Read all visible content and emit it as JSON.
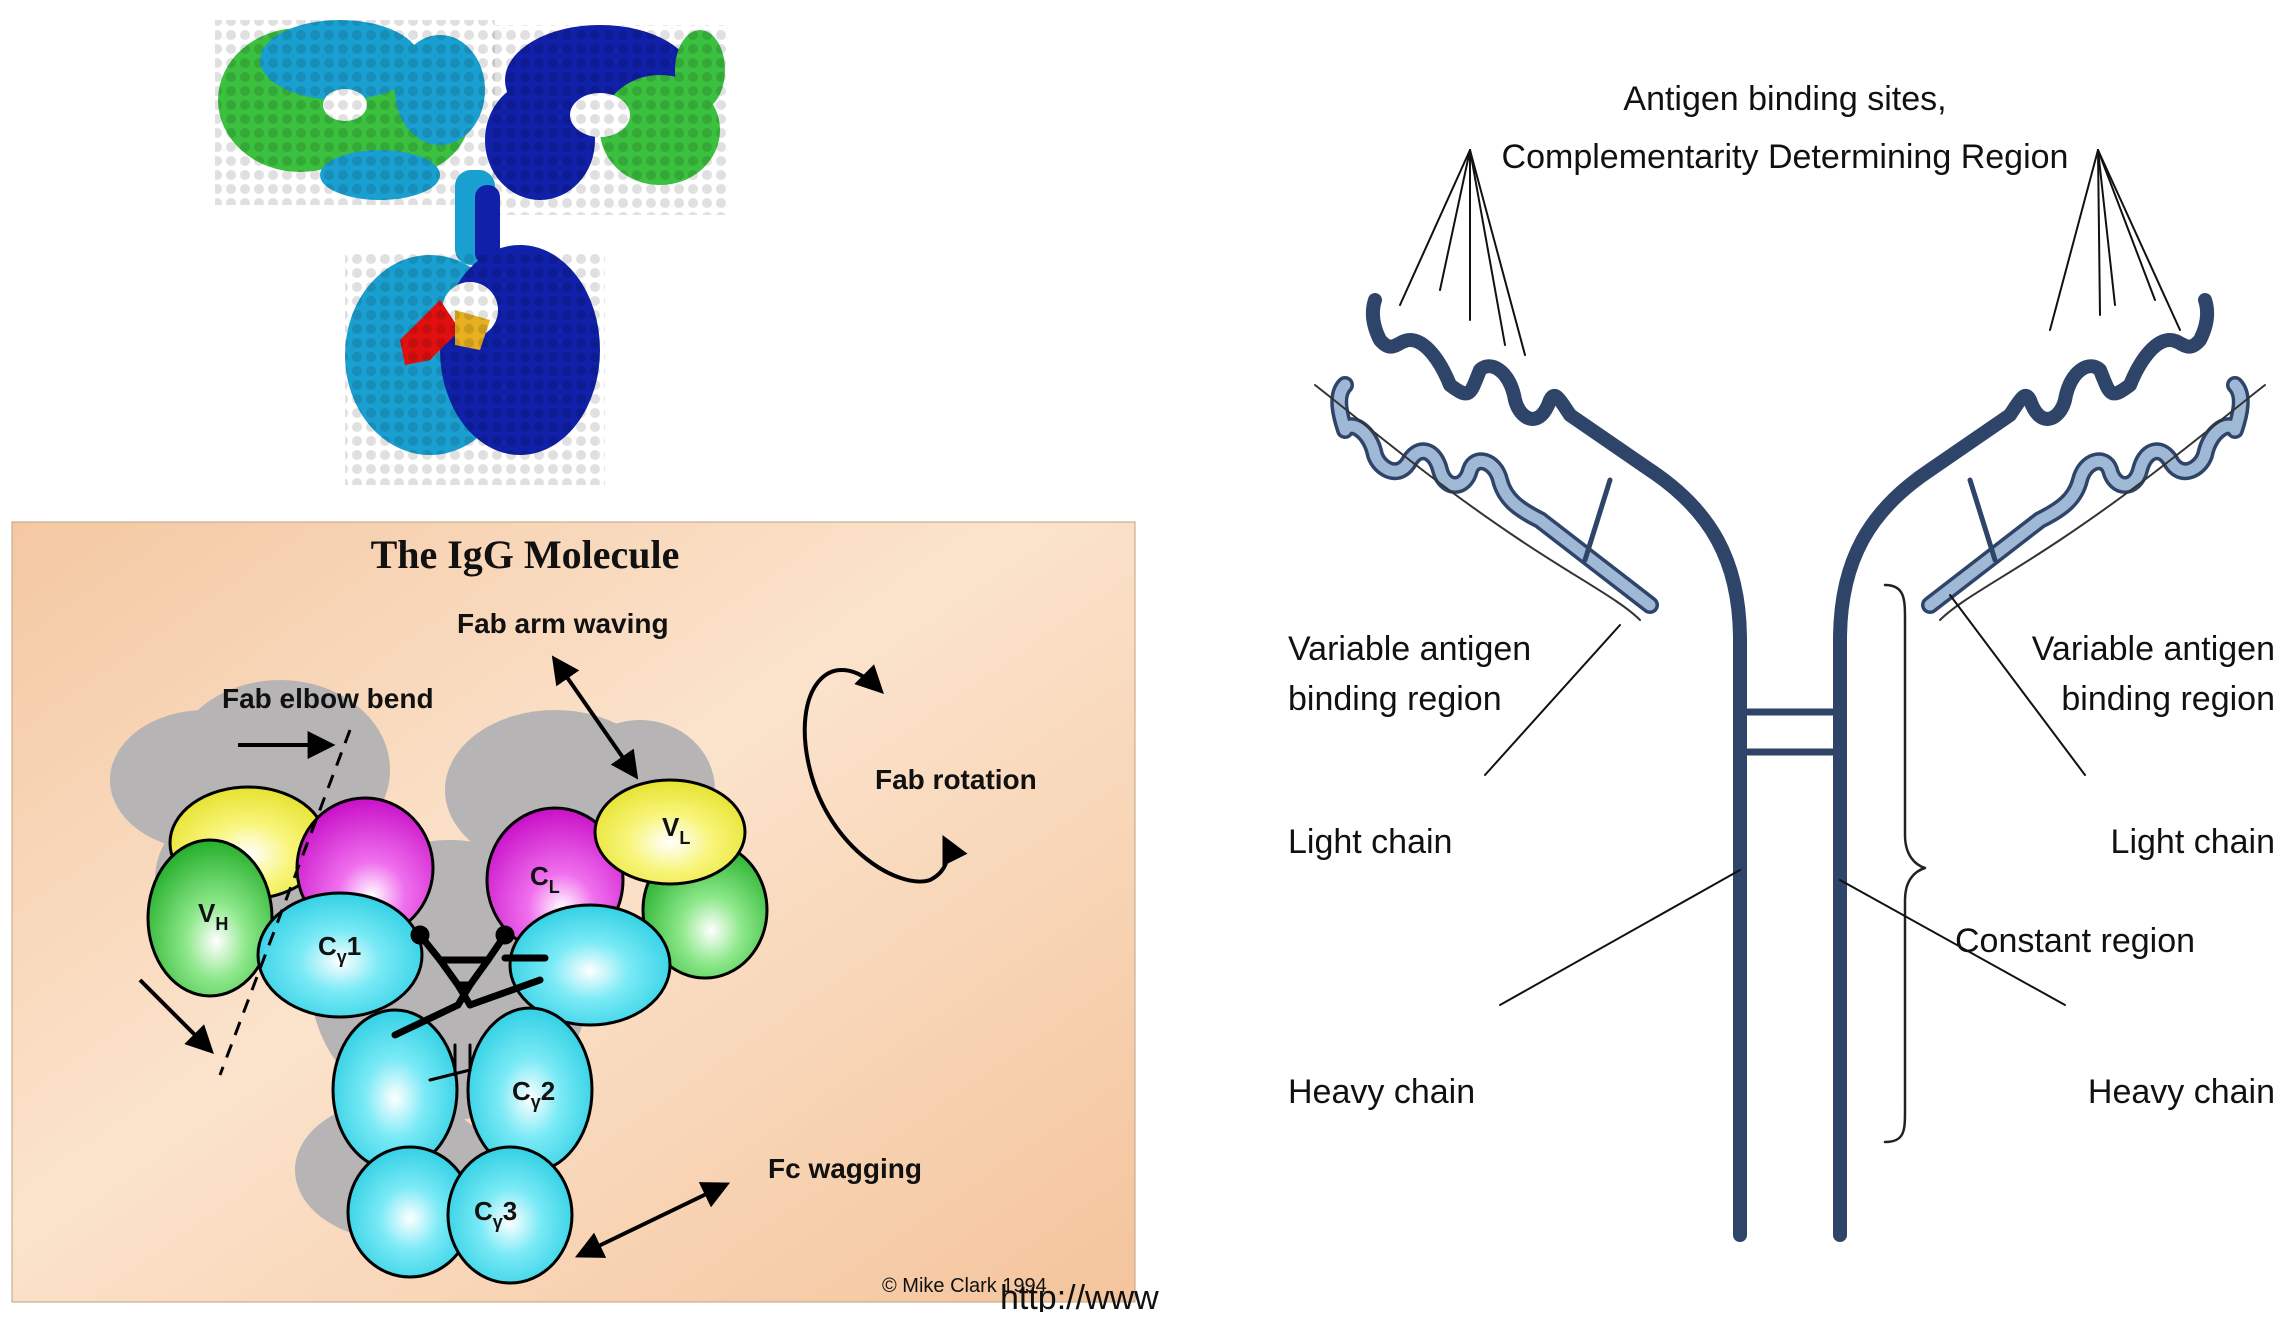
{
  "igg_diagram": {
    "title": "The IgG Molecule",
    "labels": {
      "fab_arm_waving": "Fab arm waving",
      "fab_elbow_bend": "Fab elbow bend",
      "fab_rotation": "Fab rotation",
      "fc_wagging": "Fc wagging",
      "copyright": "© Mike Clark 1994"
    },
    "domains": {
      "vh": "V",
      "vh_sub": "H",
      "vl": "V",
      "vl_sub": "L",
      "cl": "C",
      "cl_sub": "L",
      "cg1": "C",
      "cg1_sub": "γ",
      "cg1_num": "1",
      "cg2": "C",
      "cg2_sub": "γ",
      "cg2_num": "2",
      "cg3": "C",
      "cg3_sub": "γ",
      "cg3_num": "3"
    }
  },
  "antibody_schematic": {
    "top_line1": "Antigen binding sites,",
    "top_line2": "Complementarity Determining Region",
    "left_variable_line1": "Variable antigen",
    "left_variable_line2": "binding region",
    "right_variable_line1": "Variable antigen",
    "right_variable_line2": "binding region",
    "left_light_chain": "Light chain",
    "right_light_chain": "Light chain",
    "constant_region": "Constant region",
    "left_heavy_chain": "Heavy chain",
    "right_heavy_chain": "Heavy chain"
  },
  "url_fragment": "http://www",
  "colors": {
    "chain_dark": "#2e4468",
    "chain_light": "#9fb8d6",
    "panel_bg": "#f6d2b0",
    "vh_green": "#2fbf3a",
    "fab_yellow": "#f2ef3c",
    "cl_magenta": "#e21be0",
    "constant_cyan": "#22d6ec",
    "protein_blue": "#1020a8",
    "protein_cyan": "#1aa0d0",
    "protein_green": "#3cc040"
  }
}
